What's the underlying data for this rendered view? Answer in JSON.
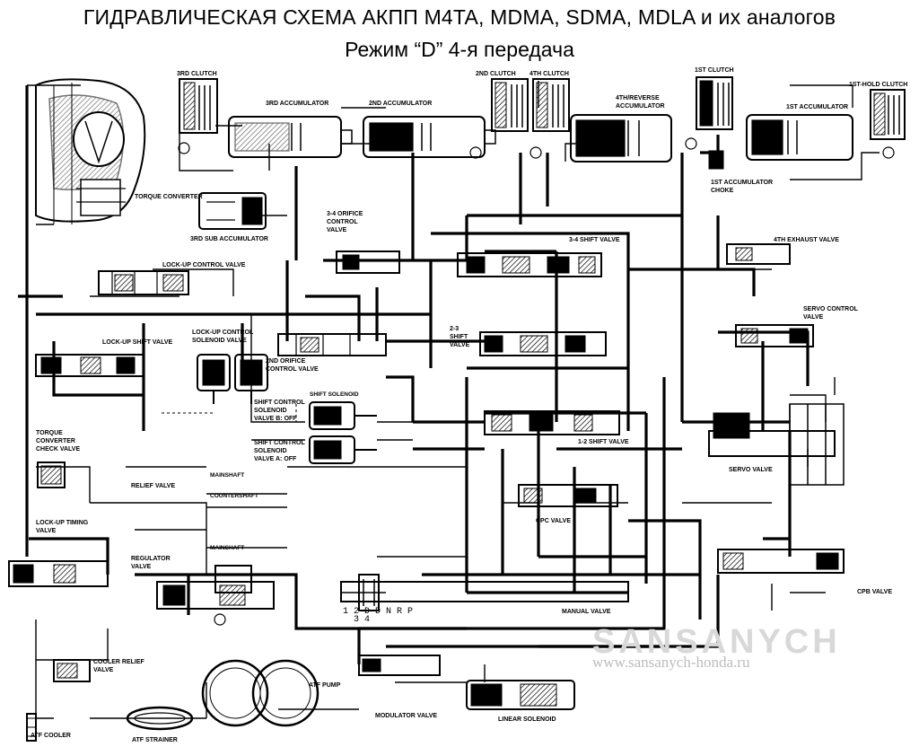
{
  "title": "ГИДРАВЛИЧЕСКАЯ СХЕМА АКПП M4TA, MDMA, SDMA, MDLA и их аналогов",
  "subtitle": "Режим “D”  4-я передача",
  "watermark": {
    "logo": "SANSANYCH",
    "url": "www.sansanych-honda.ru"
  },
  "components": {
    "c3rd_clutch": "3RD CLUTCH",
    "acc_3rd": "3RD ACCUMULATOR",
    "acc_2nd": "2ND ACCUMULATOR",
    "c2nd_clutch": "2ND CLUTCH",
    "c4th_clutch": "4TH CLUTCH",
    "acc_4th_rev_1": "4TH/REVERSE",
    "acc_4th_rev_2": "ACCUMULATOR",
    "c1st_clutch": "1ST CLUTCH",
    "acc_1st": "1ST ACCUMULATOR",
    "c1st_hold": "1ST-HOLD CLUTCH",
    "choke_1": "1ST ACCUMULATOR",
    "choke_2": "CHOKE",
    "torque_converter": "TORQUE CONVERTER",
    "sub_acc": "3RD SUB ACCUMULATOR",
    "orifice_1": "3-4 ORIFICE",
    "orifice_2": "CONTROL",
    "orifice_3": "VALVE",
    "shift34": "3-4 SHIFT VALVE",
    "exh4": "4TH EXHAUST VALVE",
    "lockup_ctrl": "LOCK-UP CONTROL VALVE",
    "lu_sol_1": "LOCK-UP CONTROL",
    "lu_sol_2": "SOLENOID VALVE",
    "lockup_shift": "LOCK-UP SHIFT VALVE",
    "orifice2nd_1": "2ND ORIFICE",
    "orifice2nd_2": "CONTROL VALVE",
    "shift23_1": "2-3",
    "shift23_2": "SHIFT",
    "shift23_3": "VALVE",
    "servo_ctrl_1": "SERVO CONTROL",
    "servo_ctrl_2": "VALVE",
    "shift_solenoid": "SHIFT SOLENOID",
    "scs_b_1": "SHIFT CONTROL",
    "scs_b_2": "SOLENOID",
    "scs_b_3": "VALVE B: OFF",
    "scs_a_1": "SHIFT CONTROL",
    "scs_a_2": "SOLENOID",
    "scs_a_3": "VALVE A: OFF",
    "shift12": "1-2 SHIFT VALVE",
    "servo": "SERVO VALVE",
    "tcc_1": "TORQUE",
    "tcc_2": "CONVERTER",
    "tcc_3": "CHECK VALVE",
    "mainshaft": "MAINSHAFT",
    "countershaft": "COUNTERSHAFT",
    "relief": "RELIEF VALVE",
    "cpc": "CPC VALVE",
    "lu_timing_1": "LOCK-UP TIMING",
    "lu_timing_2": "VALVE",
    "regulator_1": "REGULATOR",
    "regulator_2": "VALVE",
    "cpb": "CPB VALVE",
    "manual": "MANUAL VALVE",
    "cooler_relief_1": "COOLER RELIEF",
    "cooler_relief_2": "VALVE",
    "atf_pump": "ATF PUMP",
    "modulator": "MODULATOR VALVE",
    "linear_solenoid": "LINEAR SOLENOID",
    "atf_cooler": "ATF COOLER",
    "atf_strainer": "ATF STRAINER",
    "gear_positions": "1 2 D D N R P",
    "gear_positions_2": "3 4"
  }
}
